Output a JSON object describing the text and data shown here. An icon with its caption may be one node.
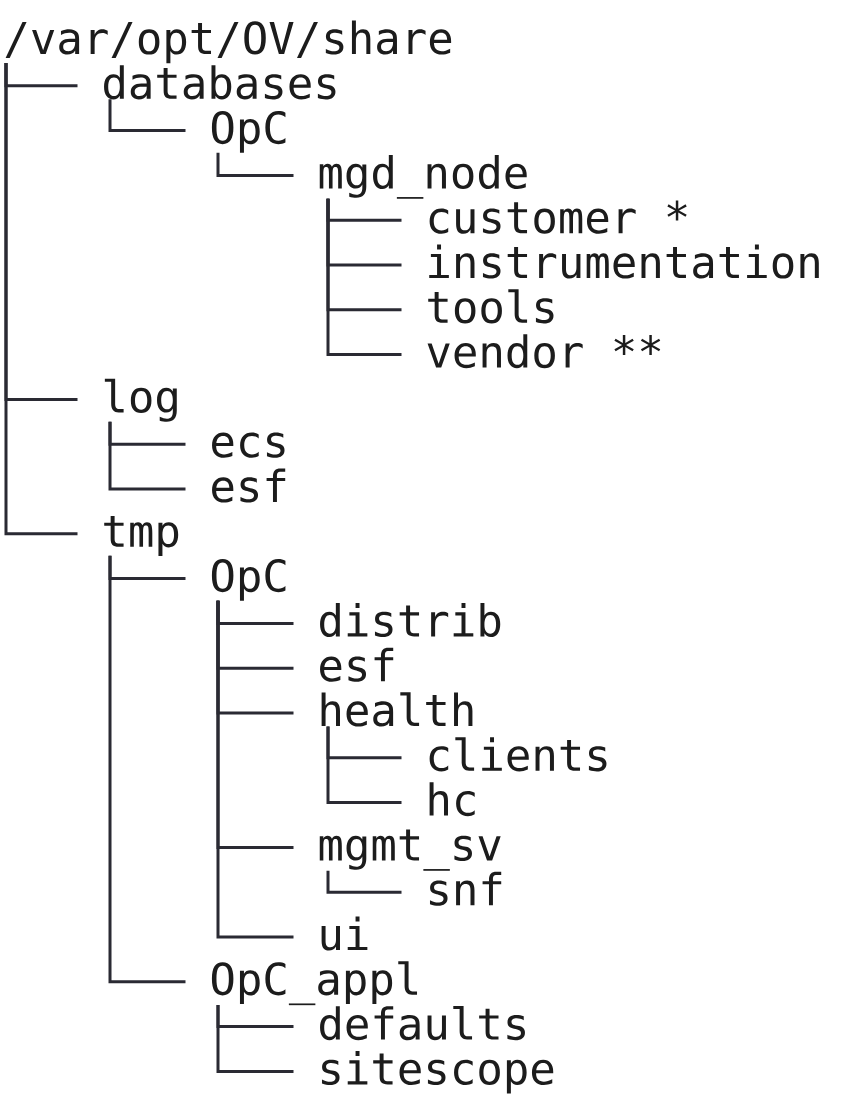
{
  "diagram": {
    "nodes": [
      {
        "text": [
          "/var/opt/OV/share"
        ]
      },
      {
        "text": [
          "databases"
        ]
      },
      {
        "text": [
          "OpC"
        ]
      },
      {
        "text": [
          "mgd_node"
        ]
      },
      {
        "text": [
          "customer *"
        ]
      },
      {
        "text": [
          "instrumentation"
        ]
      },
      {
        "text": [
          "tools"
        ]
      },
      {
        "text": [
          "vendor **"
        ]
      },
      {
        "text": [
          "log"
        ]
      },
      {
        "text": [
          "ecs"
        ]
      },
      {
        "text": [
          "esf"
        ]
      },
      {
        "text": [
          "tmp"
        ]
      },
      {
        "text": [
          "OpC"
        ]
      },
      {
        "text": [
          "distrib"
        ]
      },
      {
        "text": [
          "esf"
        ]
      },
      {
        "text": [
          "health"
        ]
      },
      {
        "text": [
          "clients"
        ]
      },
      {
        "text": [
          "hc"
        ]
      },
      {
        "text": [
          "mgmt_sv"
        ]
      },
      {
        "text": [
          "snf"
        ]
      },
      {
        "text": [
          "ui"
        ]
      },
      {
        "text": [
          "OpC_appl"
        ]
      },
      {
        "text": [
          "defaults"
        ]
      },
      {
        "text": [
          "sitescope"
        ]
      }
    ],
    "edges": [
      {
        "from": 0,
        "to": 1,
        "arrow": "none"
      },
      {
        "from": 1,
        "to": 2,
        "arrow": "none"
      },
      {
        "from": 2,
        "to": 3,
        "arrow": "none"
      },
      {
        "from": 3,
        "to": 4,
        "arrow": "none"
      },
      {
        "from": 3,
        "to": 5,
        "arrow": "none"
      },
      {
        "from": 3,
        "to": 6,
        "arrow": "none"
      },
      {
        "from": 3,
        "to": 7,
        "arrow": "none"
      },
      {
        "from": 0,
        "to": 8,
        "arrow": "none"
      },
      {
        "from": 8,
        "to": 9,
        "arrow": "none"
      },
      {
        "from": 8,
        "to": 10,
        "arrow": "none"
      },
      {
        "from": 0,
        "to": 11,
        "arrow": "none"
      },
      {
        "from": 11,
        "to": 12,
        "arrow": "none"
      },
      {
        "from": 12,
        "to": 13,
        "arrow": "none"
      },
      {
        "from": 12,
        "to": 14,
        "arrow": "none"
      },
      {
        "from": 12,
        "to": 15,
        "arrow": "none"
      },
      {
        "from": 15,
        "to": 16,
        "arrow": "none"
      },
      {
        "from": 15,
        "to": 17,
        "arrow": "none"
      },
      {
        "from": 12,
        "to": 18,
        "arrow": "none"
      },
      {
        "from": 18,
        "to": 19,
        "arrow": "none"
      },
      {
        "from": 12,
        "to": 20,
        "arrow": "none"
      },
      {
        "from": 11,
        "to": 21,
        "arrow": "none"
      },
      {
        "from": 21,
        "to": 22,
        "arrow": "none"
      },
      {
        "from": 21,
        "to": 23,
        "arrow": "none"
      }
    ]
  }
}
